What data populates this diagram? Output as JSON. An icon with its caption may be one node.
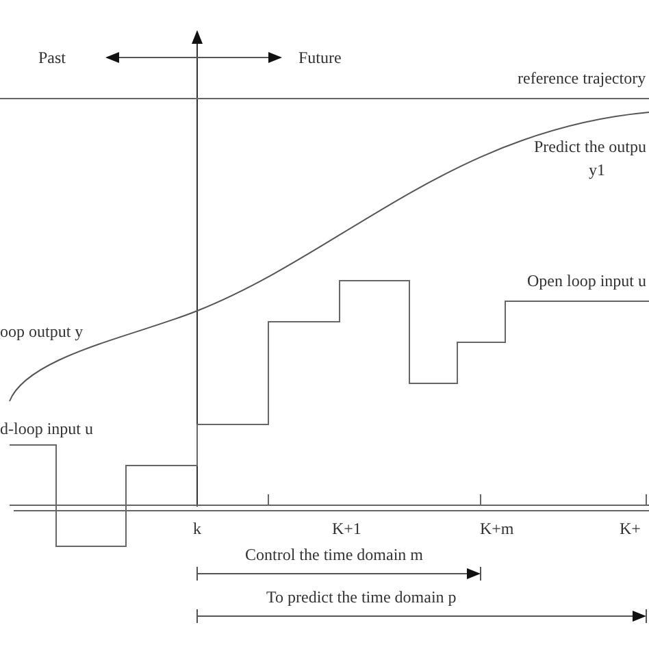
{
  "diagram": {
    "labels": [
      "Past",
      "Future",
      "reference trajectory",
      "Predict the outpu",
      "y1",
      "Open loop input u",
      "oop output y",
      "d-loop input u",
      "k",
      "K+1",
      "K+m",
      "K+",
      "Control the time domain m",
      "To predict the time domain p"
    ]
  }
}
